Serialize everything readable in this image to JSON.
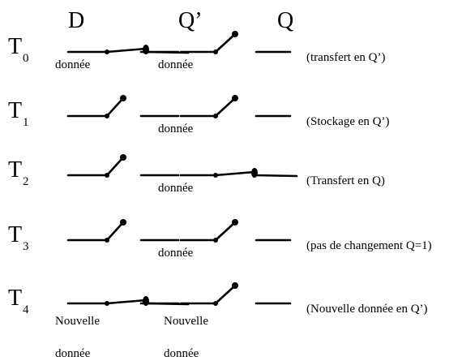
{
  "headers": {
    "d": "D",
    "qp": "Q’",
    "q": "Q"
  },
  "rows": [
    {
      "time": "T",
      "sub": "0",
      "note": "(transfert en Q’)",
      "s1": {
        "state": "closed",
        "label1": "donnée",
        "label2": ""
      },
      "s2": {
        "state": "open",
        "label1": "donnée",
        "label2": ""
      }
    },
    {
      "time": "T",
      "sub": "1",
      "note": "(Stockage en Q’)",
      "s1": {
        "state": "open",
        "label1": "",
        "label2": ""
      },
      "s2": {
        "state": "open",
        "label1": "donnée",
        "label2": ""
      }
    },
    {
      "time": "T",
      "sub": "2",
      "note": "(Transfert en Q)",
      "s1": {
        "state": "open",
        "label1": "",
        "label2": ""
      },
      "s2": {
        "state": "closed",
        "label1": "donnée",
        "label2": ""
      }
    },
    {
      "time": "T",
      "sub": "3",
      "note": "(pas de changement Q=1)",
      "s1": {
        "state": "open",
        "label1": "",
        "label2": ""
      },
      "s2": {
        "state": "open",
        "label1": "donnée",
        "label2": ""
      }
    },
    {
      "time": "T",
      "sub": "4",
      "note": "(Nouvelle donnée en Q’)",
      "s1": {
        "state": "closed",
        "label1": "Nouvelle",
        "label2": "donnée"
      },
      "s2": {
        "state": "open",
        "label1": "Nouvelle",
        "label2": "donnée"
      }
    }
  ]
}
